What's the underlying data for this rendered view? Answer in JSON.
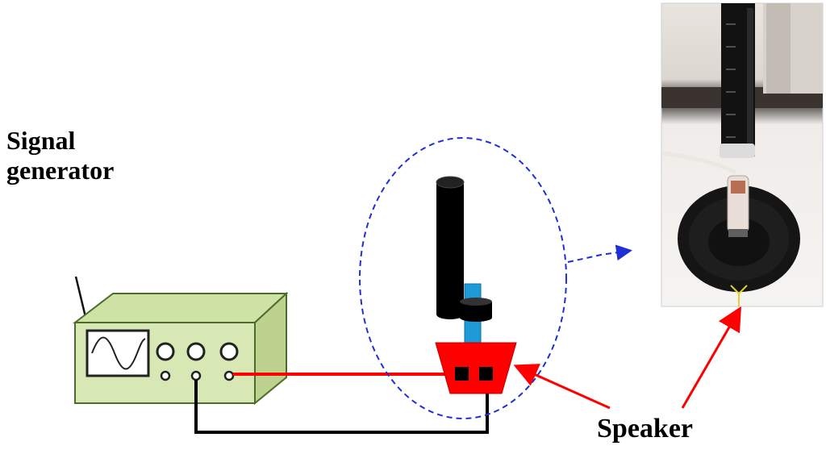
{
  "labels": {
    "generator_line1": "Signal",
    "generator_line2": "generator",
    "speaker": "Speaker"
  },
  "colors": {
    "generator_body": "#d7e8b4",
    "generator_outline": "#4d6b2a",
    "speaker_red": "#ff0000",
    "wire_red": "#ff0000",
    "wire_black": "#000000",
    "ellipse_blue": "#1f2fd6",
    "tube_black": "#000000",
    "tube_blue": "#1e9ad6"
  },
  "icons": [
    "oscilloscope-sine-icon",
    "knob-icon",
    "terminal-icon"
  ]
}
